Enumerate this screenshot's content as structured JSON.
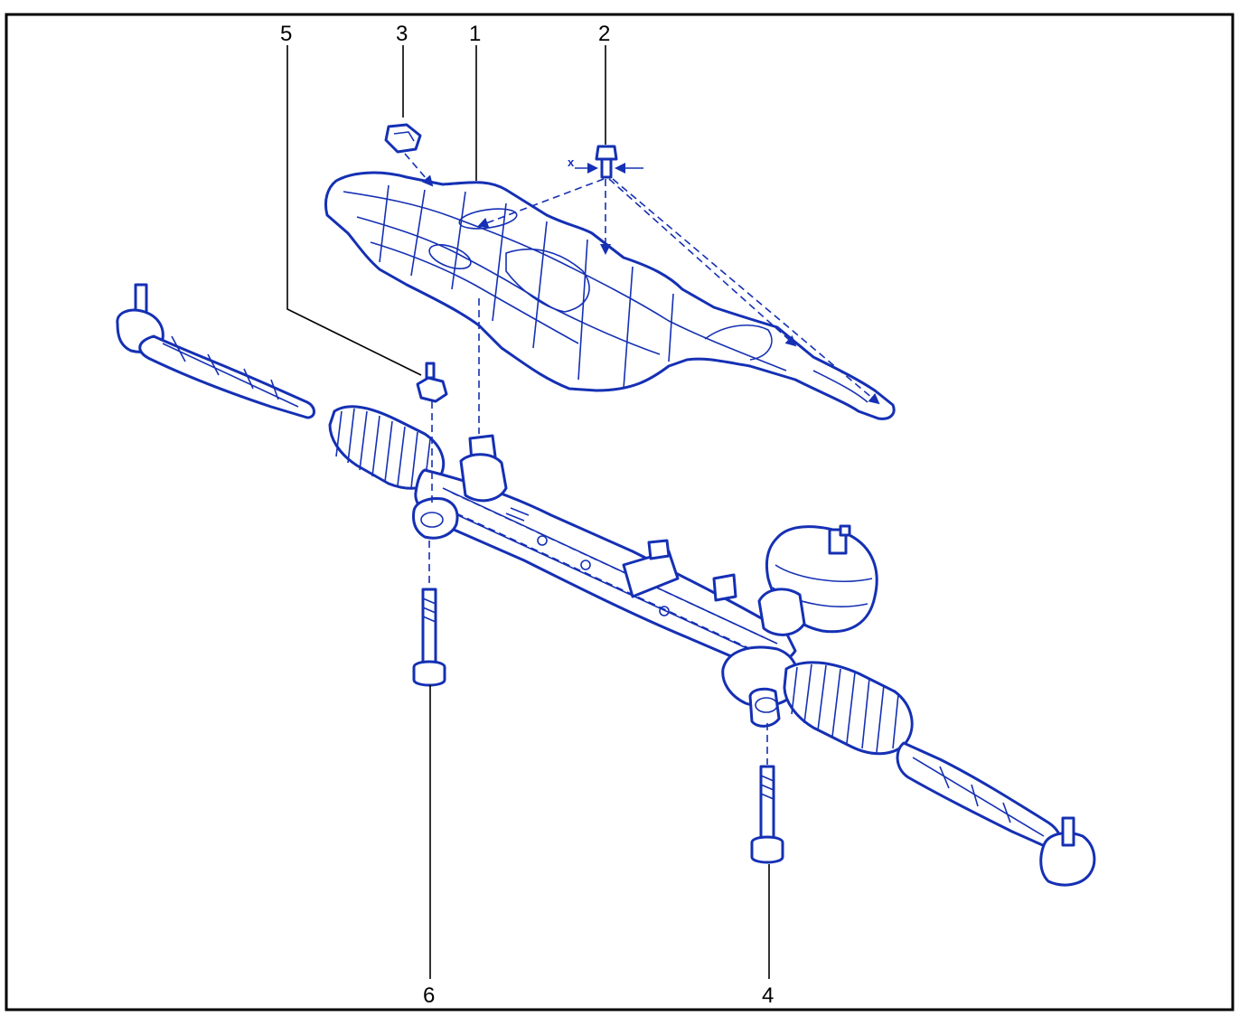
{
  "callouts": [
    {
      "id": "1",
      "label": "1"
    },
    {
      "id": "2",
      "label": "2"
    },
    {
      "id": "3",
      "label": "3"
    },
    {
      "id": "4",
      "label": "4"
    },
    {
      "id": "5",
      "label": "5"
    },
    {
      "id": "6",
      "label": "6"
    }
  ],
  "dimension_marker": "x",
  "colors": {
    "line_art": "#1530b4",
    "callout": "#000000",
    "background": "#ffffff"
  }
}
